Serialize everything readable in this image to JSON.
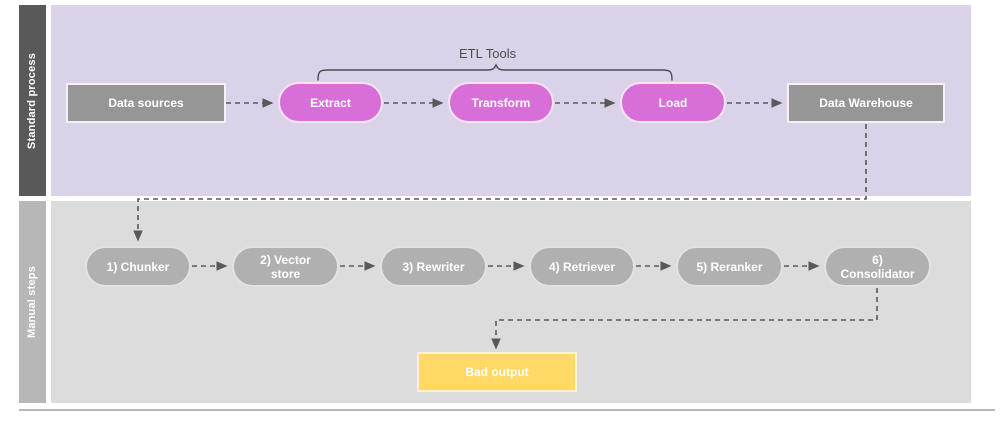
{
  "diagram": {
    "title_annotation": "ETL Tools",
    "lanes": [
      {
        "id": "standard",
        "label": "Standard process",
        "band_color": "#d9d2e9",
        "label_color": "#595959"
      },
      {
        "id": "manual",
        "label": "Manual steps",
        "band_color": "#dcdcdc",
        "label_color": "#b7b7b7"
      }
    ],
    "standard_process_nodes": [
      {
        "id": "data-sources",
        "label": "Data sources",
        "shape": "rect",
        "color": "#969696"
      },
      {
        "id": "extract",
        "label": "Extract",
        "shape": "pill",
        "color": "#d86fd8"
      },
      {
        "id": "transform",
        "label": "Transform",
        "shape": "pill",
        "color": "#d86fd8"
      },
      {
        "id": "load",
        "label": "Load",
        "shape": "pill",
        "color": "#d86fd8"
      },
      {
        "id": "data-warehouse",
        "label": "Data Warehouse",
        "shape": "rect",
        "color": "#969696"
      }
    ],
    "manual_steps_nodes": [
      {
        "id": "chunker",
        "label": "1) Chunker",
        "shape": "pill",
        "color": "#b0b0b0"
      },
      {
        "id": "vector-store",
        "label": "2) Vector\nstore",
        "shape": "pill",
        "color": "#b0b0b0"
      },
      {
        "id": "rewriter",
        "label": "3) Rewriter",
        "shape": "pill",
        "color": "#b0b0b0"
      },
      {
        "id": "retriever",
        "label": "4) Retriever",
        "shape": "pill",
        "color": "#b0b0b0"
      },
      {
        "id": "reranker",
        "label": "5) Reranker",
        "shape": "pill",
        "color": "#b0b0b0"
      },
      {
        "id": "consolidator",
        "label": "6)\nConsolidator",
        "shape": "pill",
        "color": "#b0b0b0"
      }
    ],
    "output_node": {
      "id": "bad-output",
      "label": "Bad output",
      "shape": "rect",
      "color": "#ffd966"
    },
    "connector_style": {
      "stroke": "#595959",
      "dash": "5,4",
      "width": 1.6
    }
  }
}
